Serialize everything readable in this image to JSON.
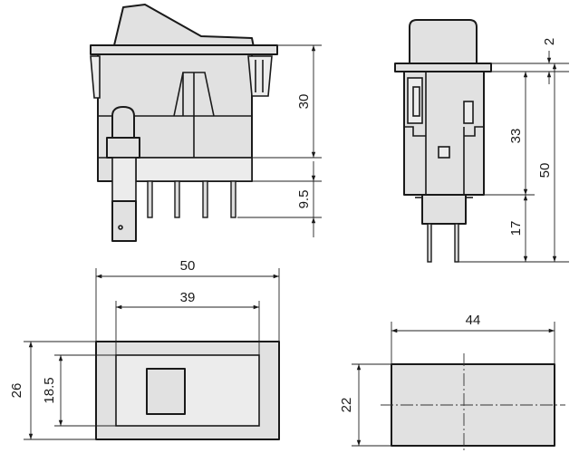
{
  "dimensions": {
    "side_body_height": "30",
    "pin_length": "9.5",
    "front_cap_height": "2",
    "front_upper_height": "33",
    "front_total_height": "50",
    "front_pin_section": "17",
    "bezel_width": "50",
    "body_width": "39",
    "bezel_height": "26",
    "body_height": "18.5",
    "cutout_width": "44",
    "cutout_height": "22"
  },
  "colors": {
    "line": "#1a1a1a",
    "fill": "#e1e1e1",
    "background": "#ffffff"
  }
}
